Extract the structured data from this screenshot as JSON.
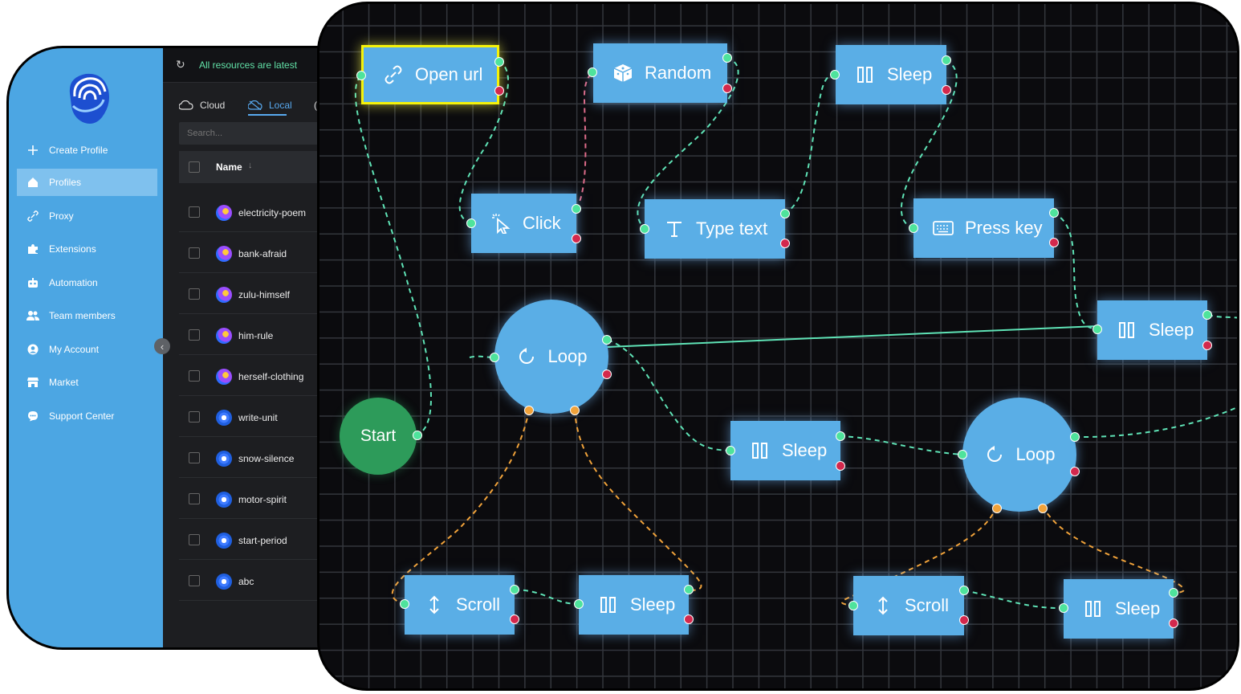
{
  "status": {
    "sync_text": "All resources are latest"
  },
  "sidebar": {
    "items": [
      {
        "label": "Create Profile",
        "icon": "plus-icon"
      },
      {
        "label": "Profiles",
        "icon": "home-icon",
        "active": true
      },
      {
        "label": "Proxy",
        "icon": "link-icon"
      },
      {
        "label": "Extensions",
        "icon": "puzzle-icon"
      },
      {
        "label": "Automation",
        "icon": "robot-icon"
      },
      {
        "label": "Team members",
        "icon": "users-icon"
      },
      {
        "label": "My Account",
        "icon": "user-circle-icon"
      },
      {
        "label": "Market",
        "icon": "store-icon"
      },
      {
        "label": "Support Center",
        "icon": "chat-icon"
      }
    ]
  },
  "tabs": {
    "cloud": "Cloud",
    "local": "Local",
    "active": "Local"
  },
  "search": {
    "placeholder": "Search..."
  },
  "table": {
    "header": "Name",
    "profiles": [
      {
        "name": "electricity-poem",
        "browser": "firefox-icon"
      },
      {
        "name": "bank-afraid",
        "browser": "firefox-icon"
      },
      {
        "name": "zulu-himself",
        "browser": "firefox-icon"
      },
      {
        "name": "him-rule",
        "browser": "firefox-icon"
      },
      {
        "name": "herself-clothing",
        "browser": "firefox-icon"
      },
      {
        "name": "write-unit",
        "browser": "chromium-icon"
      },
      {
        "name": "snow-silence",
        "browser": "chromium-icon"
      },
      {
        "name": "motor-spirit",
        "browser": "chromium-icon"
      },
      {
        "name": "start-period",
        "browser": "chromium-icon"
      },
      {
        "name": "abc",
        "browser": "chromium-icon"
      }
    ]
  },
  "flow": {
    "start_label": "Start",
    "nodes": {
      "open_url": "Open url",
      "random": "Random",
      "sleep_top": "Sleep",
      "click": "Click",
      "type_text": "Type text",
      "press_key": "Press key",
      "loop_1": "Loop",
      "sleep_right": "Sleep",
      "sleep_mid": "Sleep",
      "loop_2": "Loop",
      "scroll_1": "Scroll",
      "sleep_b1": "Sleep",
      "scroll_2": "Scroll",
      "sleep_b2": "Sleep"
    }
  },
  "colors": {
    "sidebar": "#4ca6e3",
    "node": "#5aaee6",
    "start": "#2d9b5a",
    "port_success": "#4ee39c",
    "port_error": "#d3284d",
    "port_loop": "#f0a23a",
    "selected": "#f5f20a"
  }
}
